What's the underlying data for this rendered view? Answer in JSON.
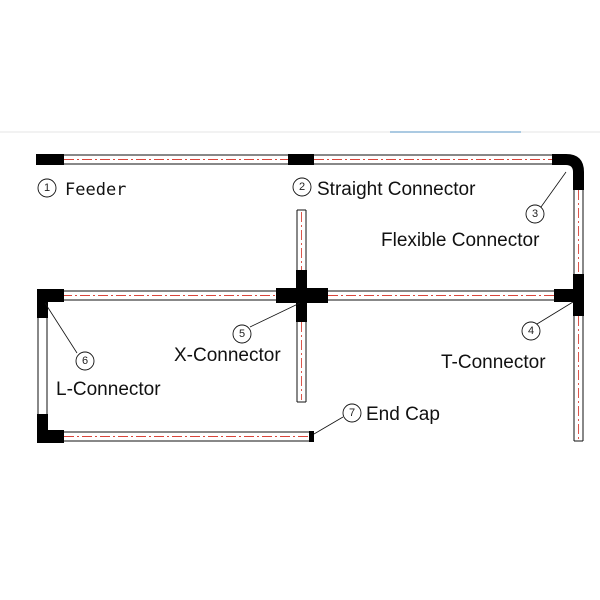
{
  "labels": {
    "feeder": "Feeder",
    "straight": "Straight Connector",
    "flexible": "Flexible Connector",
    "t_conn": "T-Connector",
    "x_conn": "X-Connector",
    "l_conn": "L-Connector",
    "end_cap": "End Cap"
  },
  "callouts": {
    "feeder": "1",
    "straight": "2",
    "flexible": "3",
    "t_conn": "4",
    "x_conn": "5",
    "l_conn": "6",
    "end_cap": "7"
  },
  "colors": {
    "line": "#111111",
    "center_line": "#d9443a",
    "connector": "#000000",
    "top_rule": "#e6e6e6",
    "top_accent": "#8fb8d8"
  }
}
